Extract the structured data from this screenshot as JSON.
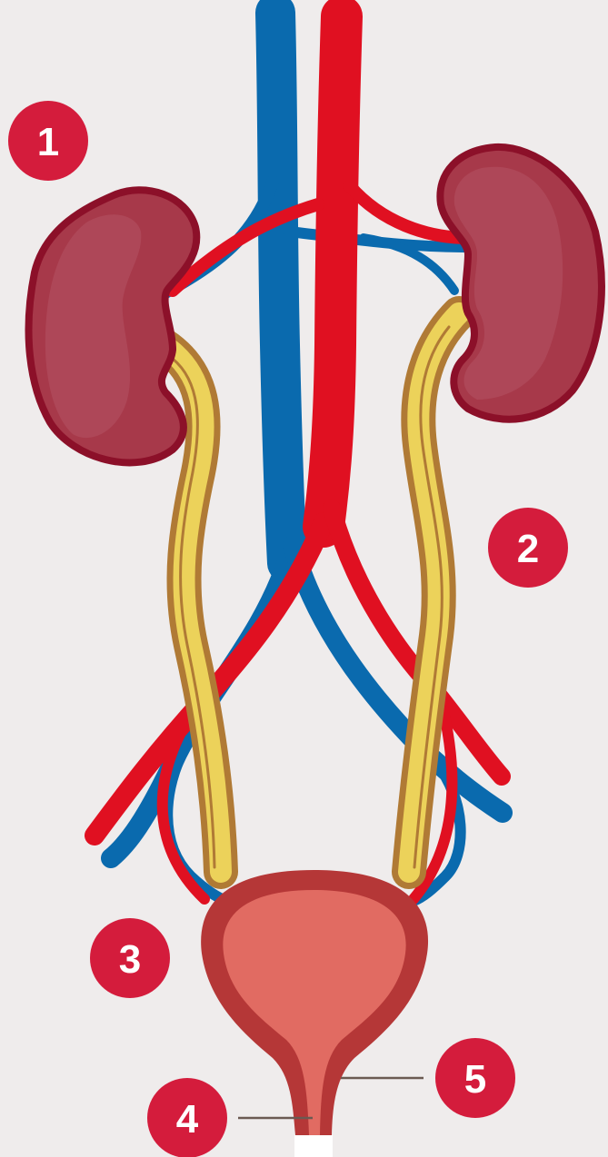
{
  "colors": {
    "background": "#efecec",
    "vein": "#0a6aae",
    "artery": "#e01021",
    "kidney_fill": "#a7394a",
    "kidney_outline": "#8c1029",
    "ureter_fill": "#ecd25a",
    "ureter_outline": "#b07a35",
    "bladder_wall": "#b53737",
    "bladder_inner": "#e16b62",
    "marker": "#d41c3c",
    "leader_line": "#6b5a52"
  },
  "markers": [
    {
      "label": "1",
      "target": "kidney"
    },
    {
      "label": "2",
      "target": "ureter"
    },
    {
      "label": "3",
      "target": "bladder"
    },
    {
      "label": "4",
      "target": "urethra"
    },
    {
      "label": "5",
      "target": "urethral-sphincter"
    }
  ]
}
